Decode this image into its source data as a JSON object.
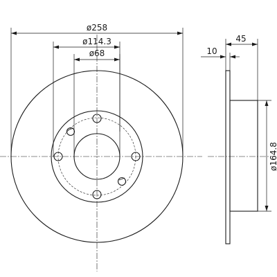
{
  "dimensions": {
    "outer_diameter": "ø258",
    "pcd": "ø114.3",
    "center_bore": "ø68",
    "total_height": "45",
    "disc_thickness": "10",
    "hat_diameter": "ø164.8"
  }
}
